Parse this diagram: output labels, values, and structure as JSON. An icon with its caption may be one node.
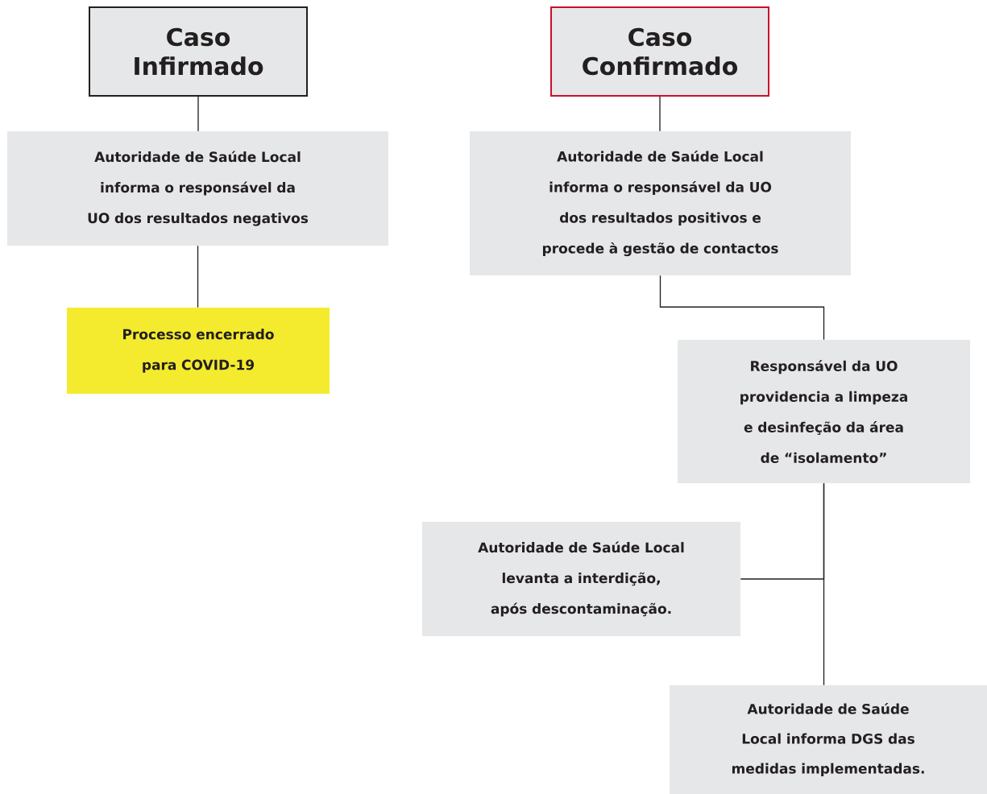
{
  "diagram": {
    "nodes": [
      {
        "text": [
          "Caso Infirmado"
        ]
      },
      {
        "text": [
          "Caso Confirmado"
        ]
      },
      {
        "text": [
          "Autoridade de Saúde Local informa o responsável da UO dos resultados negativos"
        ]
      },
      {
        "text": [
          "Autoridade de Saúde Local informa o responsável da UO dos resultados positivos e procede à gestão de contactos"
        ]
      },
      {
        "text": [
          "Processo encerrado para COVID-19"
        ]
      },
      {
        "text": [
          "Responsável da UO providencia a limpeza e desinfeção da área de “isolamento”"
        ]
      },
      {
        "text": [
          "Autoridade de Saúde Local levanta a interdição, após descontaminação."
        ]
      },
      {
        "text": [
          "Autoridade de Saúde Local informa DGS das medidas implementadas."
        ]
      }
    ],
    "edges": [
      {
        "from": 0,
        "to": 2,
        "arrow": "none"
      },
      {
        "from": 2,
        "to": 4,
        "arrow": "none"
      },
      {
        "from": 1,
        "to": 3,
        "arrow": "none"
      },
      {
        "from": 3,
        "to": 5,
        "arrow": "none"
      },
      {
        "from": 5,
        "to": 6,
        "arrow": "none"
      },
      {
        "from": 5,
        "to": 7,
        "arrow": "none"
      }
    ]
  }
}
